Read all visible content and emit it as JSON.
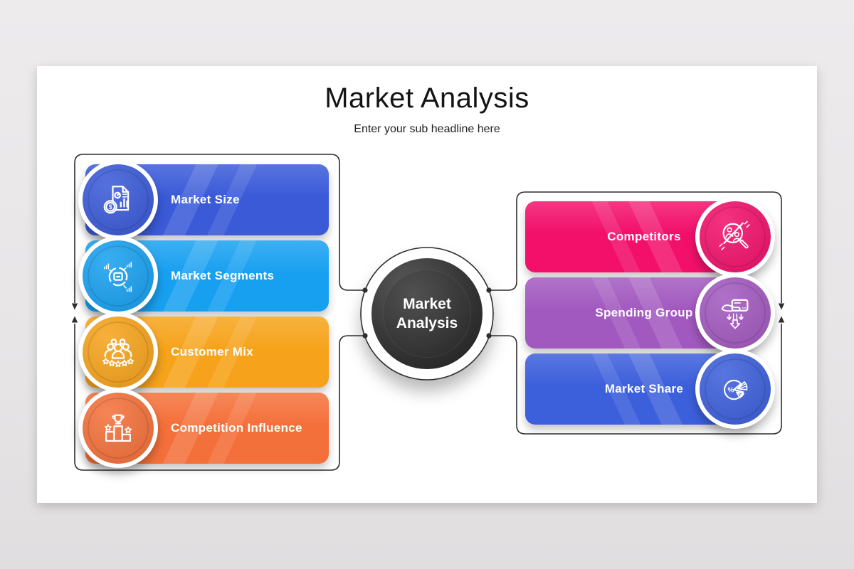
{
  "page": {
    "background_color": "#e7e5e6",
    "slide_background_color": "#ffffff"
  },
  "header": {
    "title": "Market Analysis",
    "subtitle": "Enter your sub headline here"
  },
  "center_node": {
    "line1": "Market",
    "line2": "Analysis",
    "fill_dark": "#3a3a3a",
    "ring_outline": "#2e2e2e"
  },
  "connectors": {
    "line_color": "#2e2e2e"
  },
  "left_items": [
    {
      "label": "Market Size",
      "color": "#3a5ad8",
      "icon": "finance-report-icon"
    },
    {
      "label": "Market Segments",
      "color": "#18a0f0",
      "icon": "segment-donut-icon"
    },
    {
      "label": "Customer Mix",
      "color": "#f6a31b",
      "icon": "customer-group-stars-icon"
    },
    {
      "label": "Competition Influence",
      "color": "#f4703a",
      "icon": "podium-trophy-icon"
    }
  ],
  "right_items": [
    {
      "label": "Competitors",
      "color": "#f2106b",
      "icon": "magnifier-competitors-icon"
    },
    {
      "label": "Spending Group",
      "color": "#a259bf",
      "icon": "hand-card-spend-icon"
    },
    {
      "label": "Market Share",
      "color": "#3c5fdb",
      "icon": "pie-share-icon"
    }
  ]
}
